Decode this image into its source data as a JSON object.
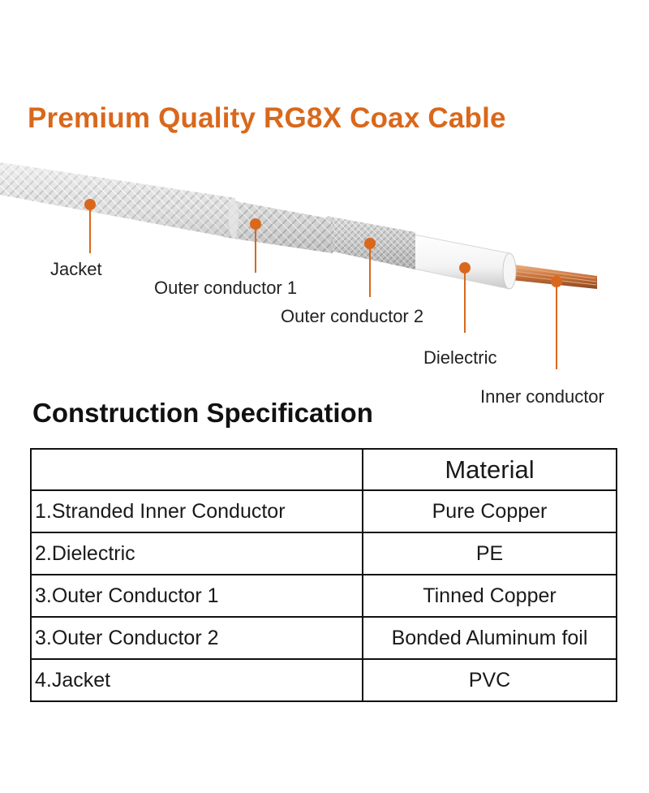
{
  "title": "Premium Quality RG8X Coax Cable",
  "colors": {
    "accent": "#d9681c",
    "text": "#222222"
  },
  "diagram": {
    "labels": [
      {
        "id": "jacket",
        "text": "Jacket"
      },
      {
        "id": "outer1",
        "text": "Outer conductor 1"
      },
      {
        "id": "outer2",
        "text": "Outer conductor 2"
      },
      {
        "id": "dielectric",
        "text": "Dielectric"
      },
      {
        "id": "inner",
        "text": "Inner conductor"
      }
    ]
  },
  "spec": {
    "title": "Construction Specification",
    "header": {
      "component": "",
      "material": "Material"
    },
    "rows": [
      {
        "component": "1.Stranded Inner Conductor",
        "material": "Pure Copper"
      },
      {
        "component": "2.Dielectric",
        "material": "PE"
      },
      {
        "component": "3.Outer Conductor 1",
        "material": "Tinned Copper"
      },
      {
        "component": "3.Outer Conductor 2",
        "material": "Bonded Aluminum foil"
      },
      {
        "component": "4.Jacket",
        "material": "PVC"
      }
    ]
  }
}
